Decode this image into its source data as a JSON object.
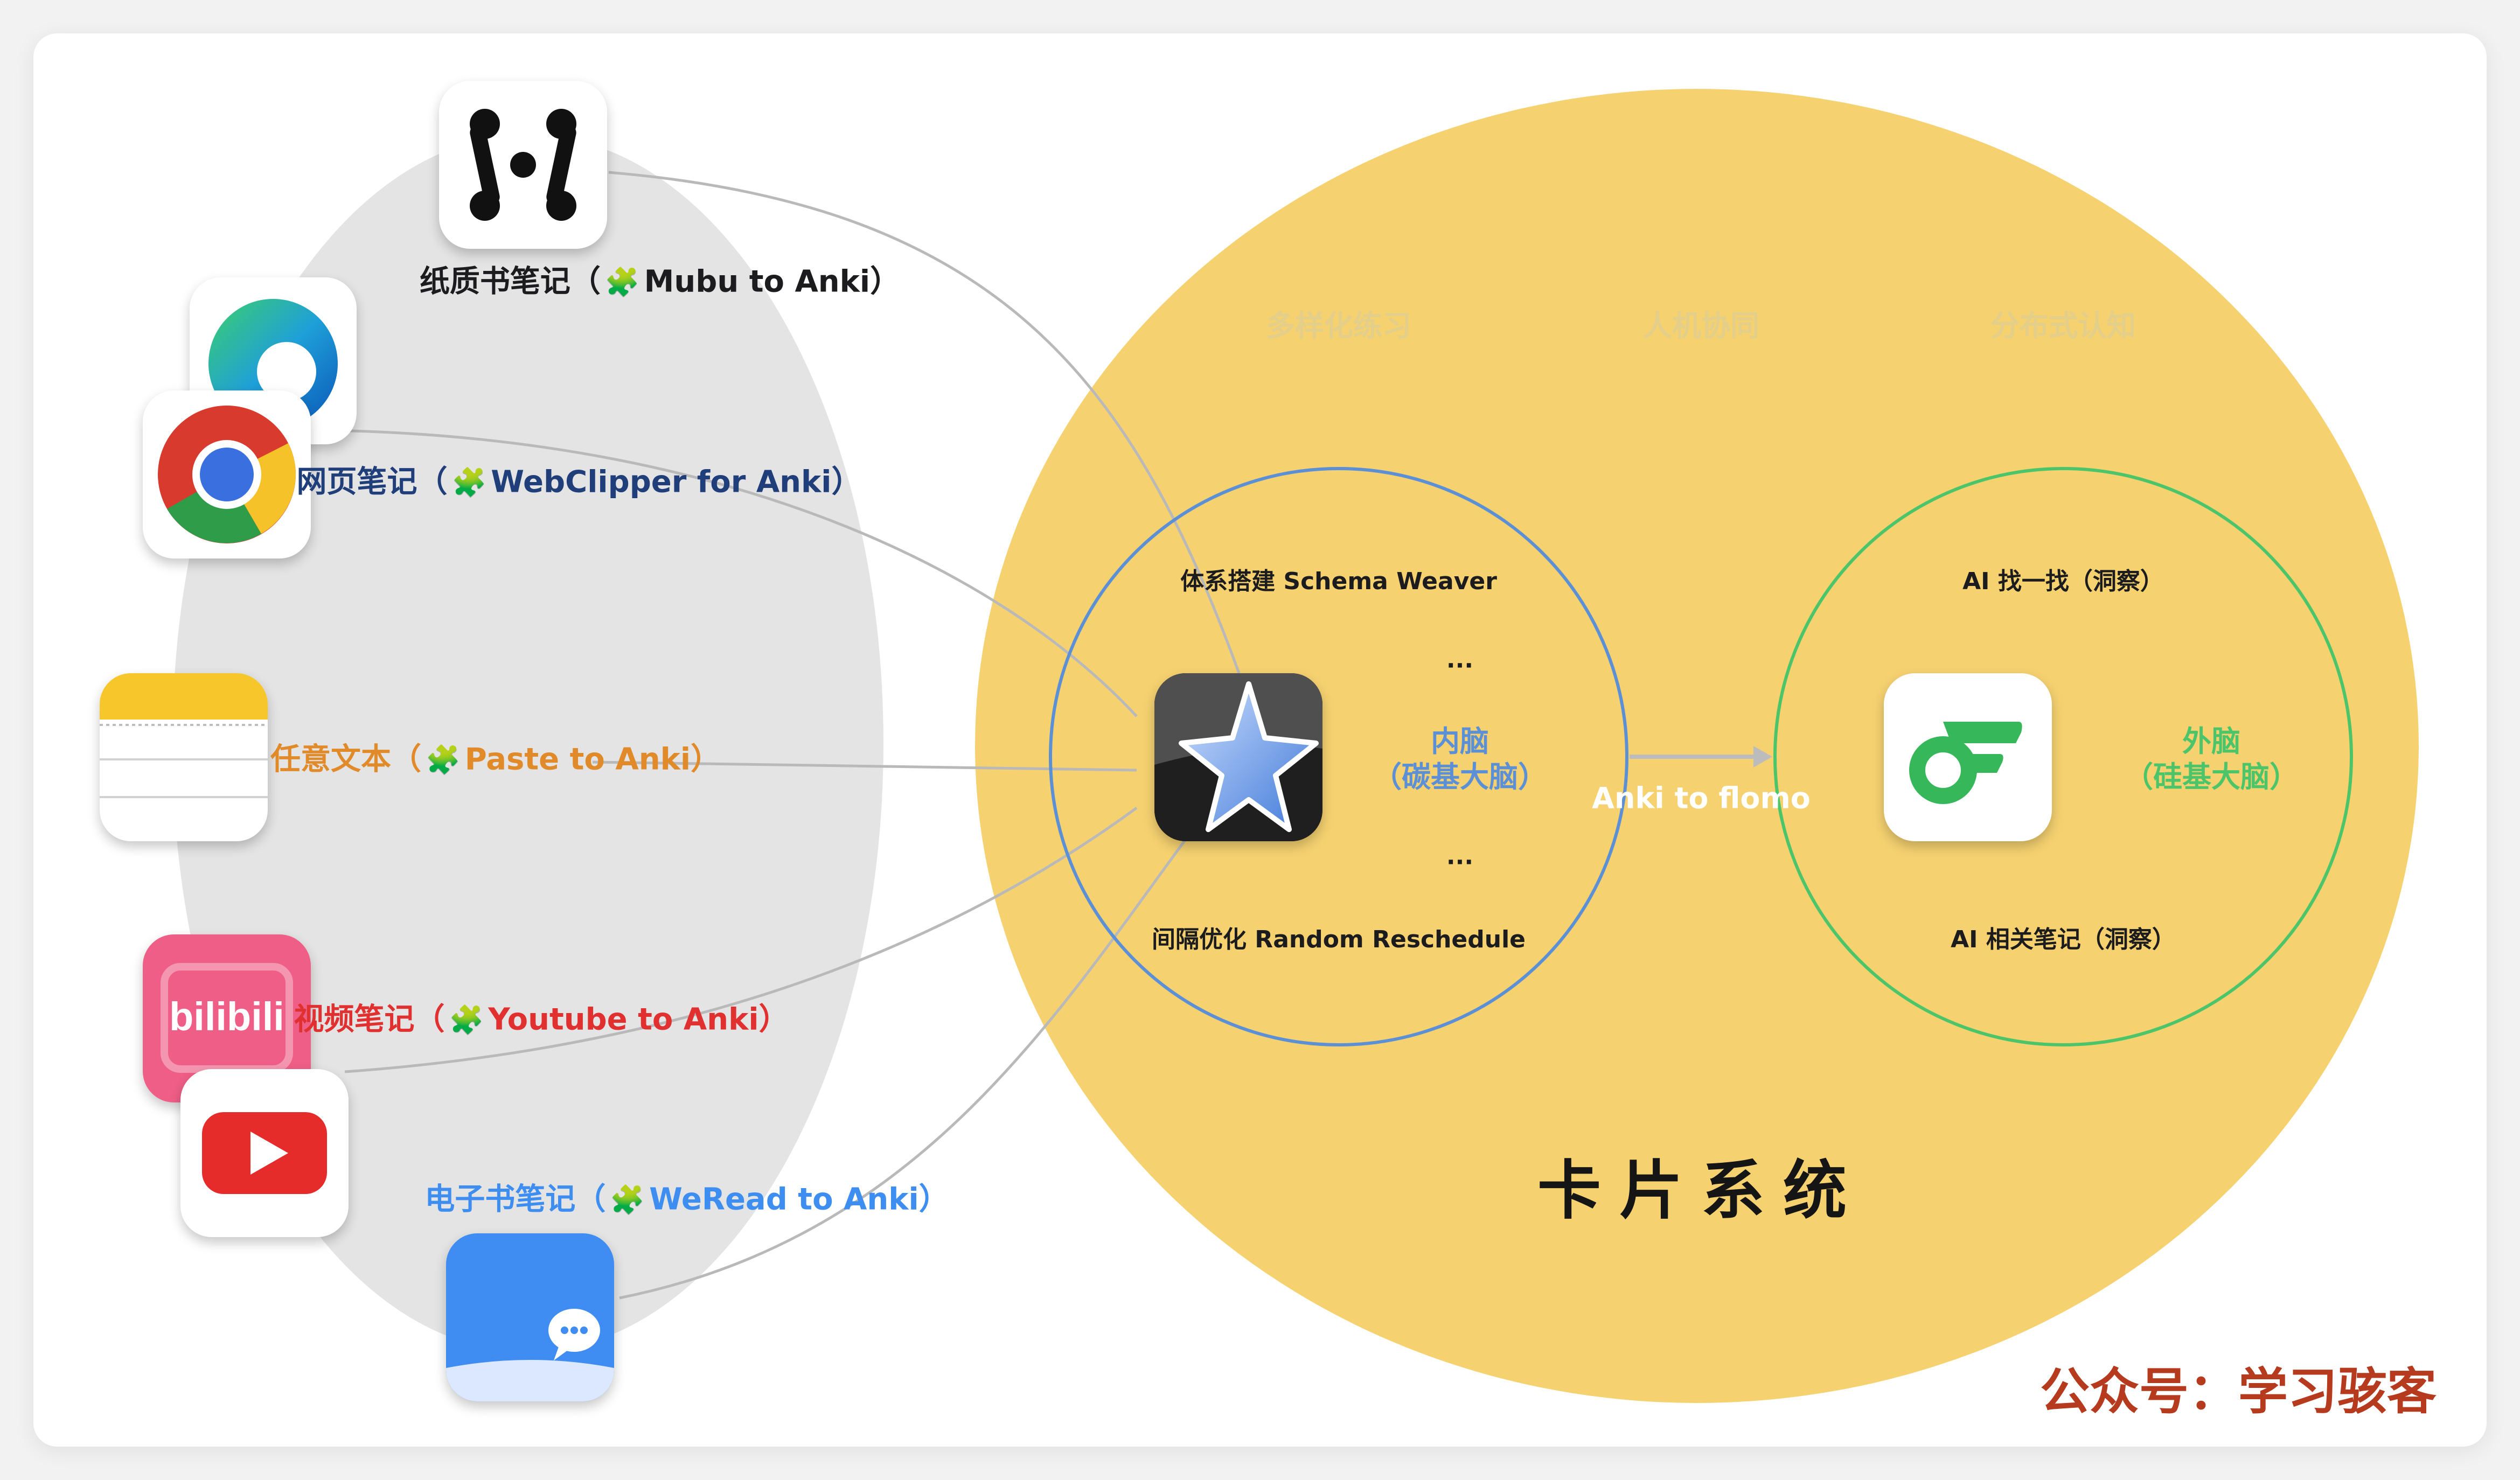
{
  "sources": [
    {
      "text": "纸质书笔记（",
      "plugin": "Mubu to Anki",
      "close": "）",
      "color": "#1c1c1e",
      "icon": "mubu-logo"
    },
    {
      "text": "网页笔记（",
      "plugin": "WebClipper for Anki",
      "close": "）",
      "color": "#1f3e7a",
      "icon": "chrome-logo"
    },
    {
      "text": "任意文本（",
      "plugin": "Paste to Anki",
      "close": "）",
      "color": "#e08a2a",
      "icon": "notes-logo"
    },
    {
      "text": "视频笔记（",
      "plugin": "Youtube to Anki",
      "close": "）",
      "color": "#e03030",
      "icon": "youtube-logo"
    },
    {
      "text": "电子书笔记（",
      "plugin": "WeRead to Anki",
      "close": "）",
      "color": "#3d8ef0",
      "icon": "weread-logo"
    }
  ],
  "plugin_icon": "puzzle-piece-icon",
  "bilibili_label": "bilibili",
  "themes": [
    "多样化练习",
    "人机协同",
    "分布式认知"
  ],
  "inner_circle": {
    "top": "体系搭建 Schema Weaver",
    "dots_top": "...",
    "brain_line1": "内脑",
    "brain_line2": "（碳基大脑）",
    "dots_bottom": "...",
    "bottom": "间隔优化 Random Reschedule",
    "icon": "anki-logo"
  },
  "bridge": "Anki to flomo",
  "outer_circle": {
    "top": "AI 找一找（洞察）",
    "brain_line1": "外脑",
    "brain_line2": "（硅基大脑）",
    "bottom": "AI 相关笔记（洞察）",
    "icon": "flomo-logo"
  },
  "system_title": "卡片系统",
  "watermark": "公众号：学习骇客",
  "colors": {
    "gray_blob": "#e4e4e4",
    "yellow": "#f5d170",
    "blue_ring": "#5b8fd6",
    "green_ring": "#4cc56a",
    "watermark": "#b53a1e"
  }
}
